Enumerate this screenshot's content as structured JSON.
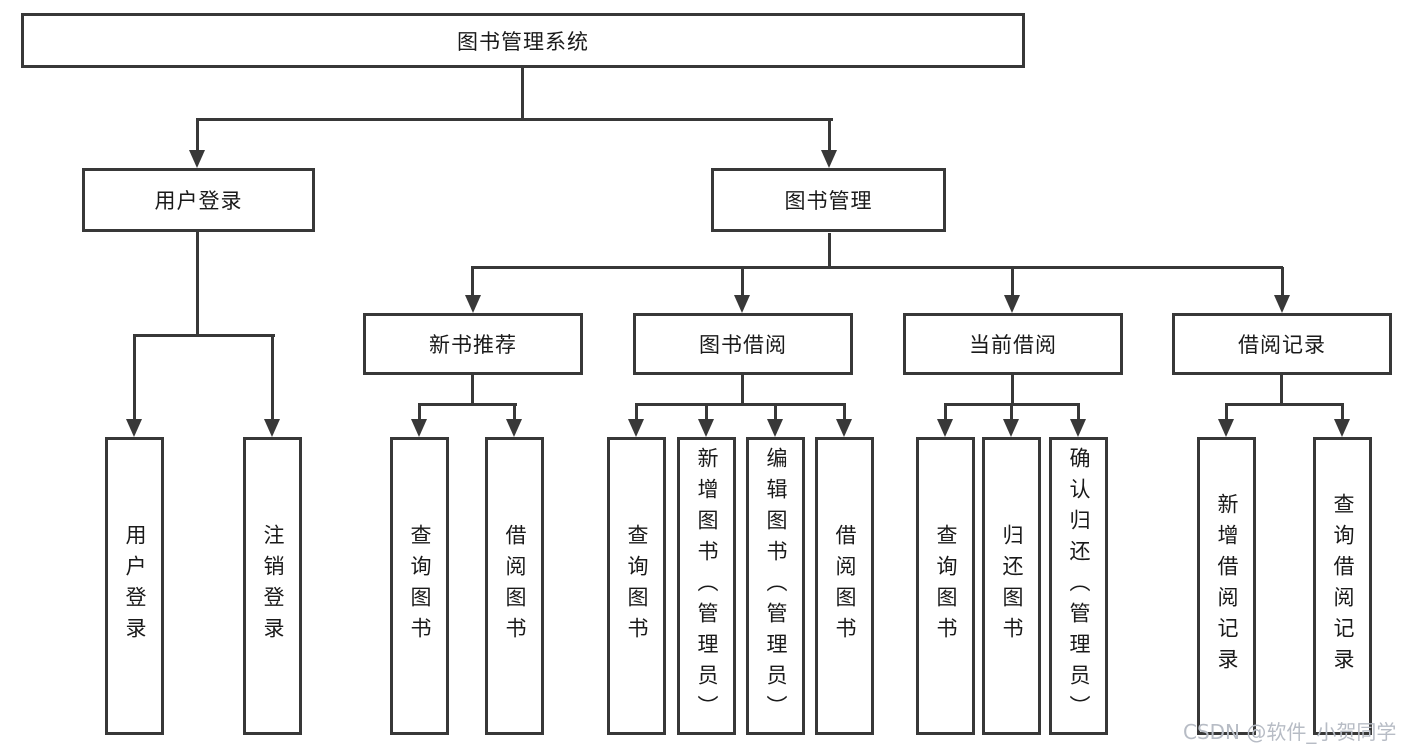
{
  "diagram": {
    "title_node": {
      "label": "图书管理系统"
    },
    "level2": [
      {
        "label": "用户登录"
      },
      {
        "label": "图书管理"
      }
    ],
    "level3": [
      {
        "label": "新书推荐"
      },
      {
        "label": "图书借阅"
      },
      {
        "label": "当前借阅"
      },
      {
        "label": "借阅记录"
      }
    ],
    "leaves": {
      "user_login": [
        "用户登录",
        "注销登录"
      ],
      "new_book_recommend": [
        "查询图书",
        "借阅图书"
      ],
      "book_borrow": [
        "查询图书",
        "新增图书（管理员）",
        "编辑图书（管理员）",
        "借阅图书"
      ],
      "current_borrow": [
        "查询图书",
        "归还图书",
        "确认归还（管理员）"
      ],
      "borrow_records": [
        "新增借阅记录",
        "查询借阅记录"
      ]
    },
    "line_color": "#383838",
    "box_fill": "#ffffff",
    "text_color": "#1a1a1a"
  },
  "watermark": {
    "text": "CSDN @软件_小贺同学",
    "color": "#b7bcc5"
  }
}
